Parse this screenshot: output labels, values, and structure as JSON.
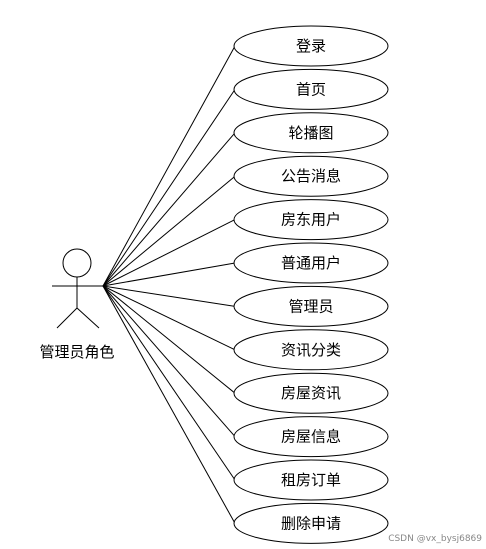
{
  "actor": {
    "name": "管理员角色"
  },
  "use_cases": [
    {
      "label": "登录"
    },
    {
      "label": "首页"
    },
    {
      "label": "轮播图"
    },
    {
      "label": "公告消息"
    },
    {
      "label": "房东用户"
    },
    {
      "label": "普通用户"
    },
    {
      "label": "管理员"
    },
    {
      "label": "资讯分类"
    },
    {
      "label": "房屋资讯"
    },
    {
      "label": "房屋信息"
    },
    {
      "label": "租房订单"
    },
    {
      "label": "删除申请"
    }
  ],
  "watermark": "CSDN @vx_bysj6869"
}
